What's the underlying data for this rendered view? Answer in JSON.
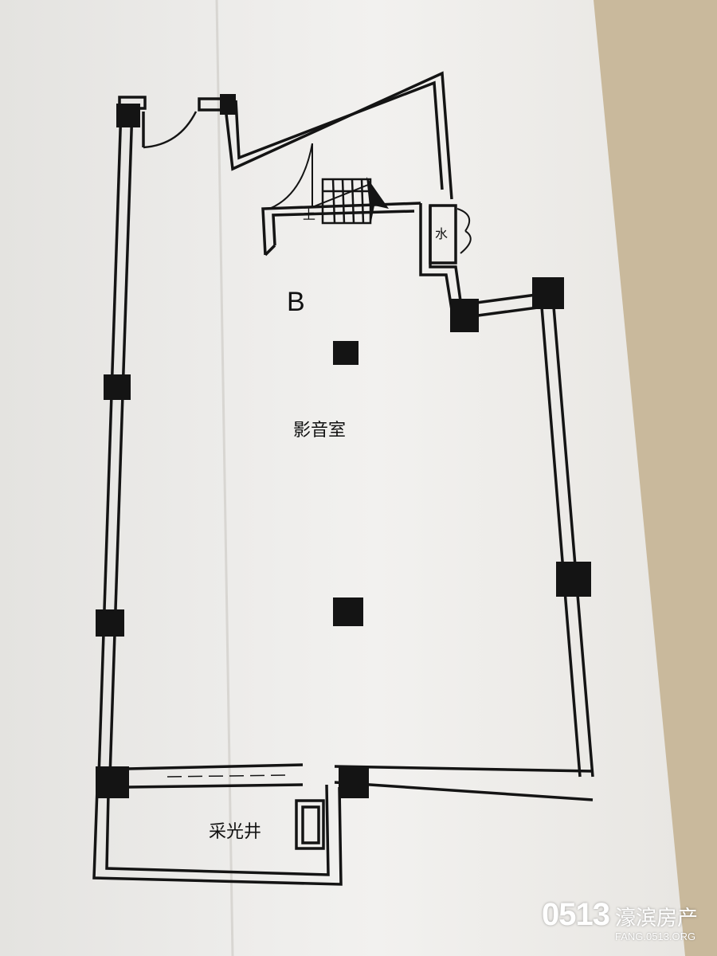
{
  "plan": {
    "zone": "B",
    "room": "影音室",
    "stair": "上",
    "water": "水",
    "light_well": "采光井"
  },
  "watermark": {
    "code": "0513",
    "name": "濠滨房产",
    "url": "FANG.0513.ORG"
  },
  "colors": {
    "paper": "#ecebe8",
    "ink": "#141414",
    "background": "#c9b99c"
  }
}
